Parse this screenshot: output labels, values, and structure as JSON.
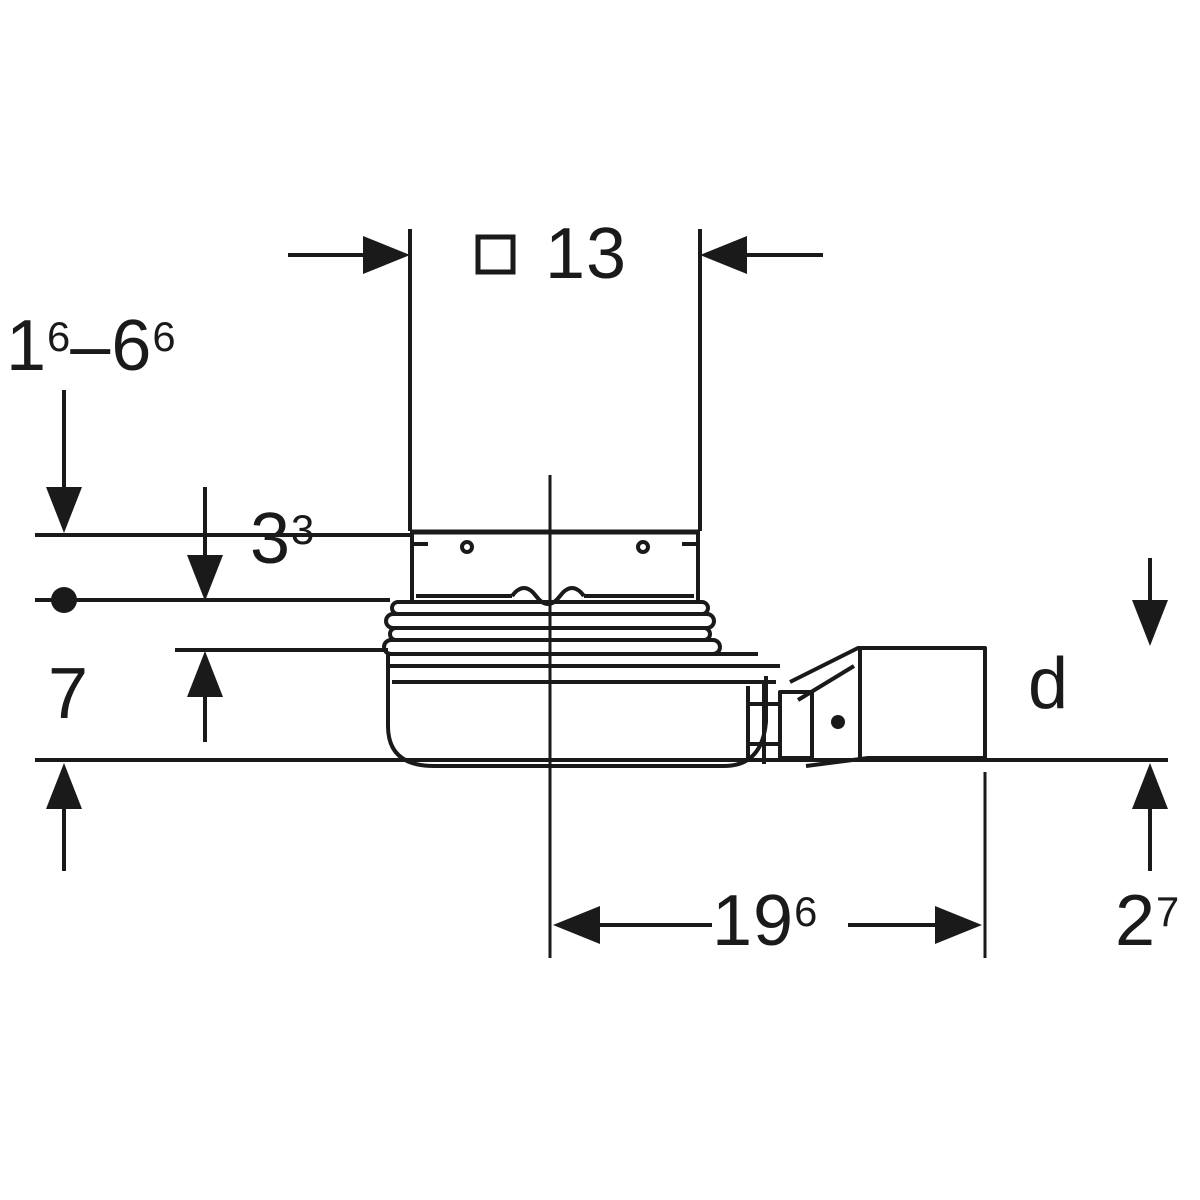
{
  "dimension_labels": {
    "square_width": {
      "symbol": "□",
      "value": "13"
    },
    "depth_range": {
      "base1": "1",
      "sup1": "6",
      "separator": "–",
      "base2": "6",
      "sup2": "6"
    },
    "height_small": {
      "base": "3",
      "sup": "3"
    },
    "trap_height": {
      "value": "7"
    },
    "pipe_diameter": {
      "value": "d"
    },
    "outlet_length": {
      "base": "19",
      "sup": "6"
    },
    "outlet_height": {
      "base": "2",
      "sup": "7"
    }
  }
}
